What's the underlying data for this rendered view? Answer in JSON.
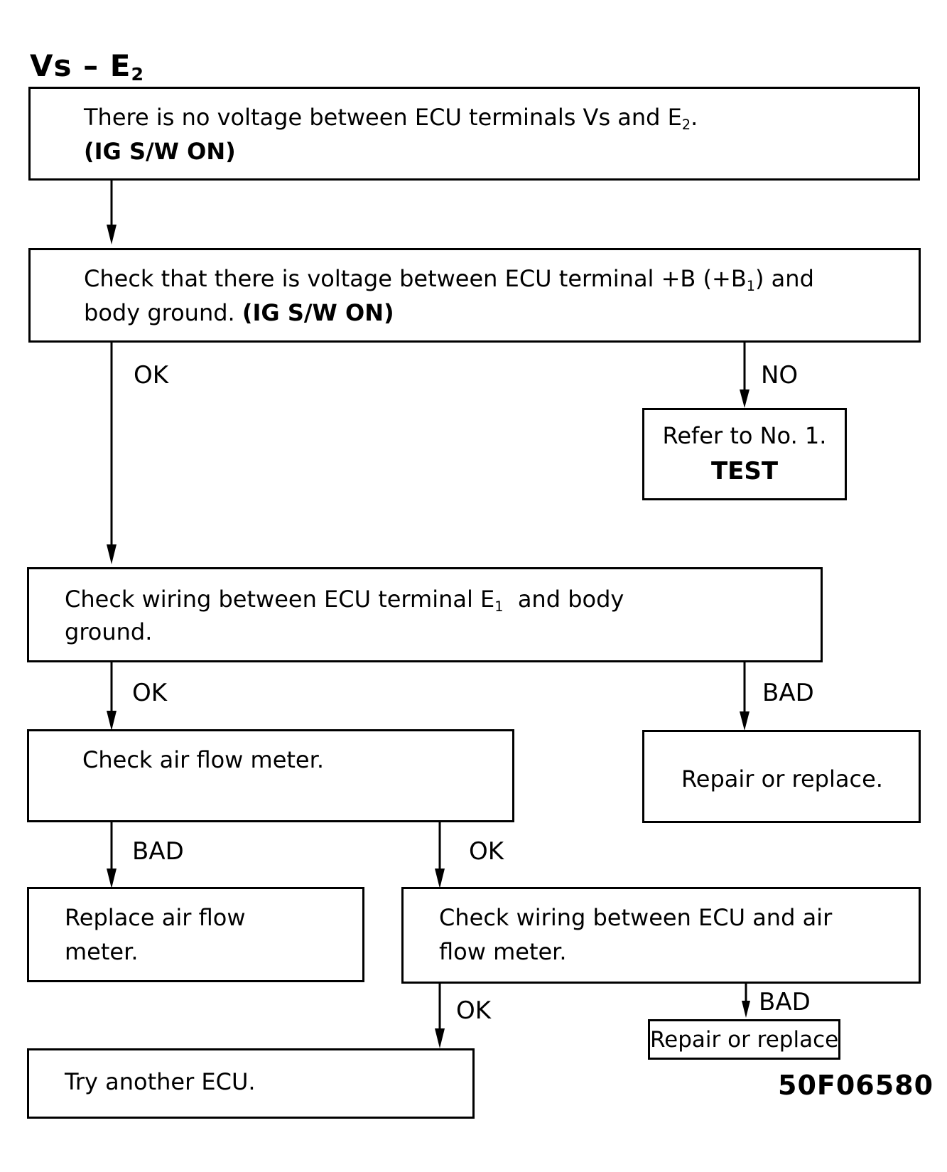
{
  "title": {
    "main": "Vs – E",
    "sub": "2"
  },
  "box1": {
    "line1": "There is no voltage between ECU terminals Vs and E",
    "line1_sub": "2",
    "line1_end": ".",
    "line2": "(IG S/W ON)"
  },
  "box2": {
    "line1": "Check that there is voltage between ECU terminal +B (+B",
    "line1_sub": "1",
    "line1_end": ") and",
    "line2a": "body ground. ",
    "line2b": "(IG S/W ON)"
  },
  "box3": {
    "line1": "Refer to No. 1.",
    "line2": "TEST"
  },
  "box4": {
    "line1": "Check wiring between ECU terminal E",
    "line1_sub": "1",
    "line1_end": "  and body",
    "line2": "ground."
  },
  "box5": {
    "line1": "Check air flow meter."
  },
  "box6": {
    "line1": "Repair or replace."
  },
  "box7": {
    "line1": "Replace air flow",
    "line2": "meter."
  },
  "box8": {
    "line1": "Check wiring between ECU and air",
    "line2": "flow meter."
  },
  "box9": {
    "line1": "Repair or replace"
  },
  "box10": {
    "line1": "Try another ECU."
  },
  "labels": {
    "ok1": "OK",
    "no1": "NO",
    "ok2": "OK",
    "bad1": "BAD",
    "bad2": "BAD",
    "ok3": "OK",
    "ok4": "OK",
    "bad3": "BAD"
  },
  "figure_code": "50F06580"
}
